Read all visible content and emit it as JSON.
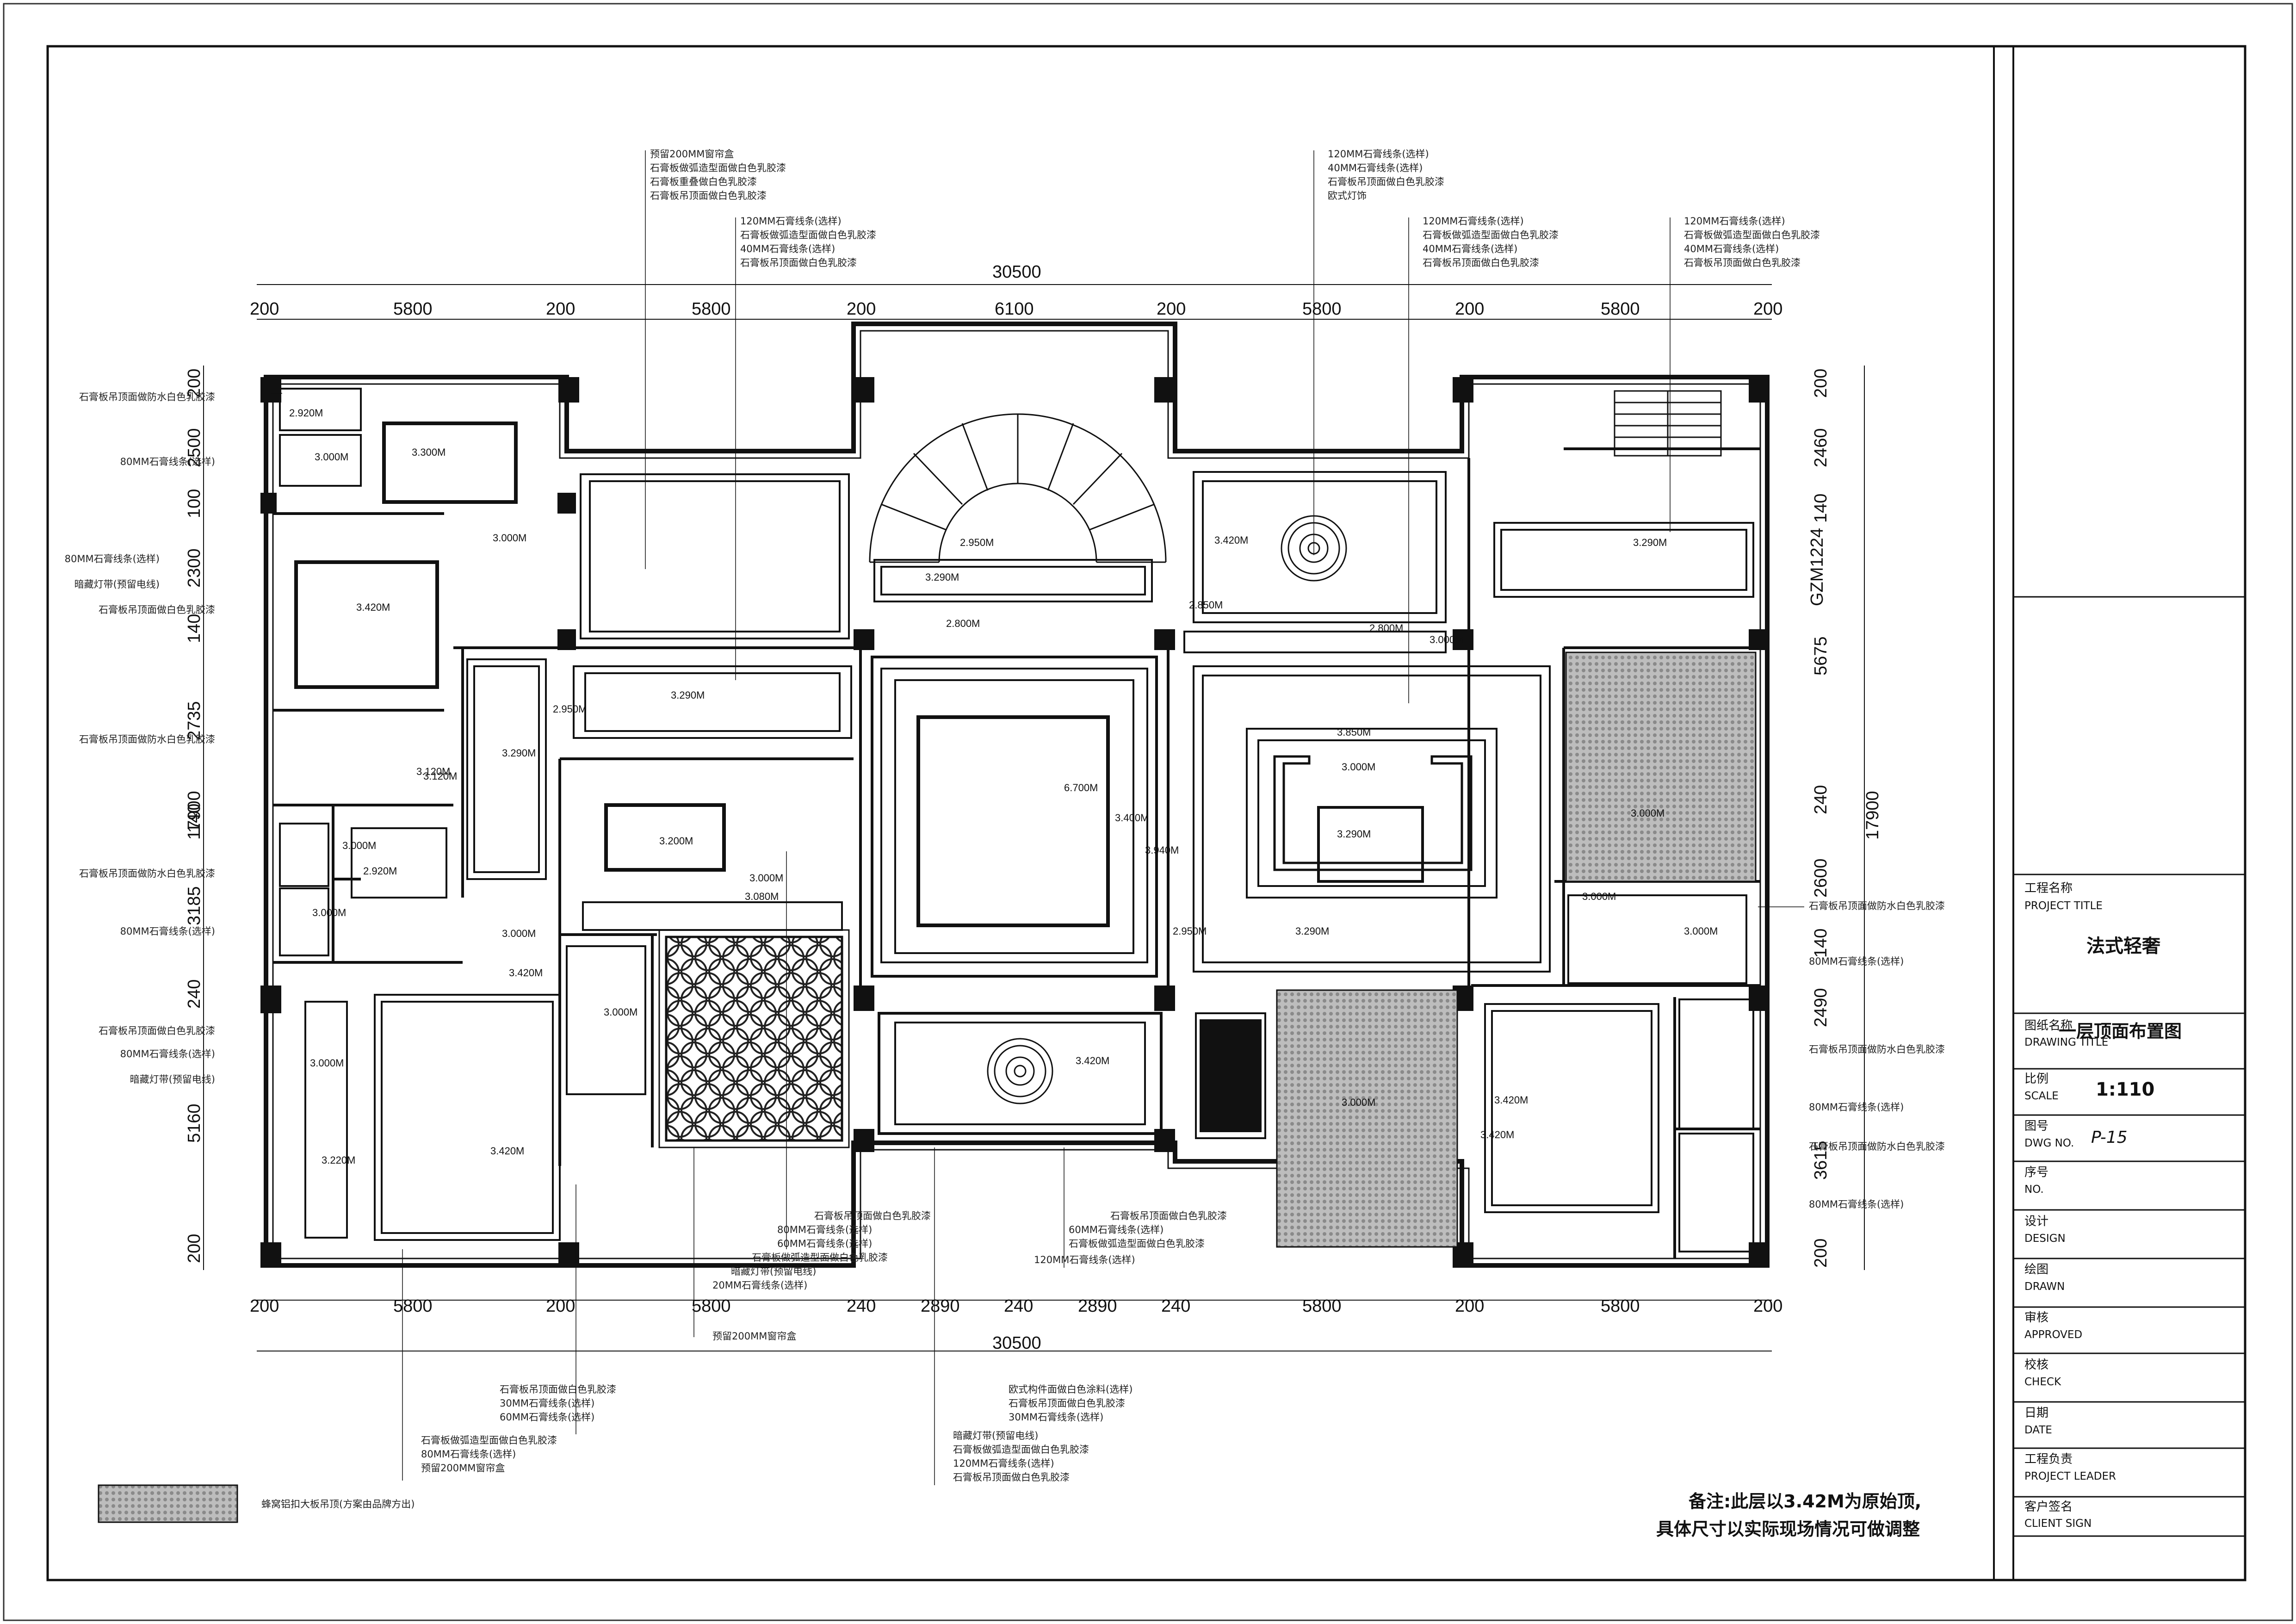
{
  "title_block": {
    "project_title_cn": "工程名称",
    "project_title_en": "PROJECT TITLE",
    "project_name": "法式轻奢",
    "drawing_title_cn": "图纸名称",
    "drawing_title_en": "DRAWING TITLE",
    "drawing_name": "一层顶面布置图",
    "scale_cn": "比例",
    "scale_en": "SCALE",
    "scale_value": "1:110",
    "dwg_no_cn": "图号",
    "dwg_no_en": "DWG NO.",
    "dwg_no_value": "P-15",
    "no_cn": "序号",
    "no_en": "NO.",
    "design_cn": "设计",
    "design_en": "DESIGN",
    "drawn_cn": "绘图",
    "drawn_en": "DRAWN",
    "approved_cn": "审核",
    "approved_en": "APPROVED",
    "check_cn": "校核",
    "check_en": "CHECK",
    "date_cn": "日期",
    "date_en": "DATE",
    "leader_cn": "工程负责",
    "leader_en": "PROJECT LEADER",
    "client_cn": "客户签名",
    "client_en": "CLIENT SIGN"
  },
  "remark": {
    "line1": "备注:此层以3.42M为原始顶,",
    "line2": "具体尺寸以实际现场情况可做调整"
  },
  "legend": {
    "label": "蜂窝铝扣大板吊顶(方案由品牌方出)"
  },
  "dimensions": {
    "top_total": "30500",
    "bottom_total": "30500",
    "top": [
      "200",
      "5800",
      "200",
      "5800",
      "200",
      "6100",
      "200",
      "5800",
      "200",
      "5800",
      "200"
    ],
    "bottom": [
      "200",
      "5800",
      "200",
      "5800",
      "240",
      "2890",
      "240",
      "2890",
      "240",
      "5800",
      "200",
      "5800",
      "200"
    ],
    "left_total": "17900",
    "left": [
      "200",
      "2500",
      "100",
      "2300",
      "140",
      "2735",
      "140",
      "3185",
      "240",
      "5160",
      "200"
    ],
    "right_total": "17900",
    "right": [
      "200",
      "2460",
      "140",
      "5675",
      "240",
      "2600",
      "140",
      "2490",
      "3615",
      "200"
    ],
    "door_tag": "GZM1224"
  },
  "elevations": [
    "2.920M",
    "3.000M",
    "3.300M",
    "3.420M",
    "3.000M",
    "3.120M",
    "3.290M",
    "2.950M",
    "3.290M",
    "3.200M",
    "3.000M",
    "2.920M",
    "3.000M",
    "3.000M",
    "3.080M",
    "3.000M",
    "3.420M",
    "3.000M",
    "3.220M",
    "2.950M",
    "3.290M",
    "2.800M",
    "6.700M",
    "3.400M",
    "3.940M",
    "2.950M",
    "3.290M",
    "3.420M",
    "3.420M",
    "2.850M",
    "3.850M",
    "3.000M",
    "3.290M",
    "2.800M",
    "3.290M",
    "3.000M",
    "3.000M",
    "3.000M",
    "3.420M",
    "3.420M",
    "3.000M",
    "3.000M",
    "3.120M",
    "3.420M",
    "3.000M"
  ],
  "annotations": {
    "top_a": [
      "预留200MM窗帘盒",
      "石膏板做弧造型面做白色乳胶漆",
      "石膏板重叠做白色乳胶漆",
      "石膏板吊顶面做白色乳胶漆"
    ],
    "top_b": [
      "120MM石膏线条(选样)",
      "石膏板做弧造型面做白色乳胶漆",
      "40MM石膏线条(选样)",
      "石膏板吊顶面做白色乳胶漆"
    ],
    "top_c": [
      "120MM石膏线条(选样)",
      "40MM石膏线条(选样)",
      "石膏板吊顶面做白色乳胶漆",
      "欧式灯饰"
    ],
    "top_d": [
      "120MM石膏线条(选样)",
      "石膏板做弧造型面做白色乳胶漆",
      "40MM石膏线条(选样)",
      "石膏板吊顶面做白色乳胶漆"
    ],
    "top_e": [
      "120MM石膏线条(选样)",
      "石膏板做弧造型面做白色乳胶漆",
      "40MM石膏线条(选样)",
      "石膏板吊顶面做白色乳胶漆"
    ],
    "left": [
      "石膏板吊顶面做防水白色乳胶漆",
      "80MM石膏线条(选样)",
      "80MM石膏线条(选样)",
      "暗藏灯带(预留电线)",
      "石膏板吊顶面做白色乳胶漆",
      "石膏板吊顶面做防水白色乳胶漆",
      "石膏板吊顶面做防水白色乳胶漆",
      "80MM石膏线条(选样)",
      "石膏板吊顶面做白色乳胶漆",
      "80MM石膏线条(选样)",
      "暗藏灯带(预留电线)"
    ],
    "right": [
      "石膏板吊顶面做防水白色乳胶漆",
      "80MM石膏线条(选样)",
      "石膏板吊顶面做防水白色乳胶漆",
      "80MM石膏线条(选样)",
      "石膏板吊顶面做防水白色乳胶漆",
      "80MM石膏线条(选样)"
    ],
    "bottom_a": [
      "石膏板吊顶面做白色乳胶漆",
      "80MM石膏线条(选样)",
      "60MM石膏线条(选样)",
      "石膏板做弧造型面做白色乳胶漆",
      "暗藏灯带(预留电线)",
      "20MM石膏线条(选样)"
    ],
    "bottom_b": [
      "石膏板吊顶面做白色乳胶漆",
      "60MM石膏线条(选样)",
      "石膏板做弧造型面做白色乳胶漆",
      "120MM石膏线条(选样)"
    ],
    "bottom_c": "预留200MM窗帘盒",
    "bottom_d": [
      "石膏板吊顶面做白色乳胶漆",
      "30MM石膏线条(选样)",
      "60MM石膏线条(选样)"
    ],
    "bottom_e": [
      "石膏板做弧造型面做白色乳胶漆",
      "80MM石膏线条(选样)",
      "预留200MM窗帘盒"
    ],
    "bottom_f": [
      "欧式构件面做白色涂料(选样)",
      "石膏板吊顶面做白色乳胶漆",
      "30MM石膏线条(选样)"
    ],
    "bottom_g": [
      "暗藏灯带(预留电线)",
      "石膏板做弧造型面做白色乳胶漆",
      "120MM石膏线条(选样)",
      "石膏板吊顶面做白色乳胶漆"
    ]
  }
}
